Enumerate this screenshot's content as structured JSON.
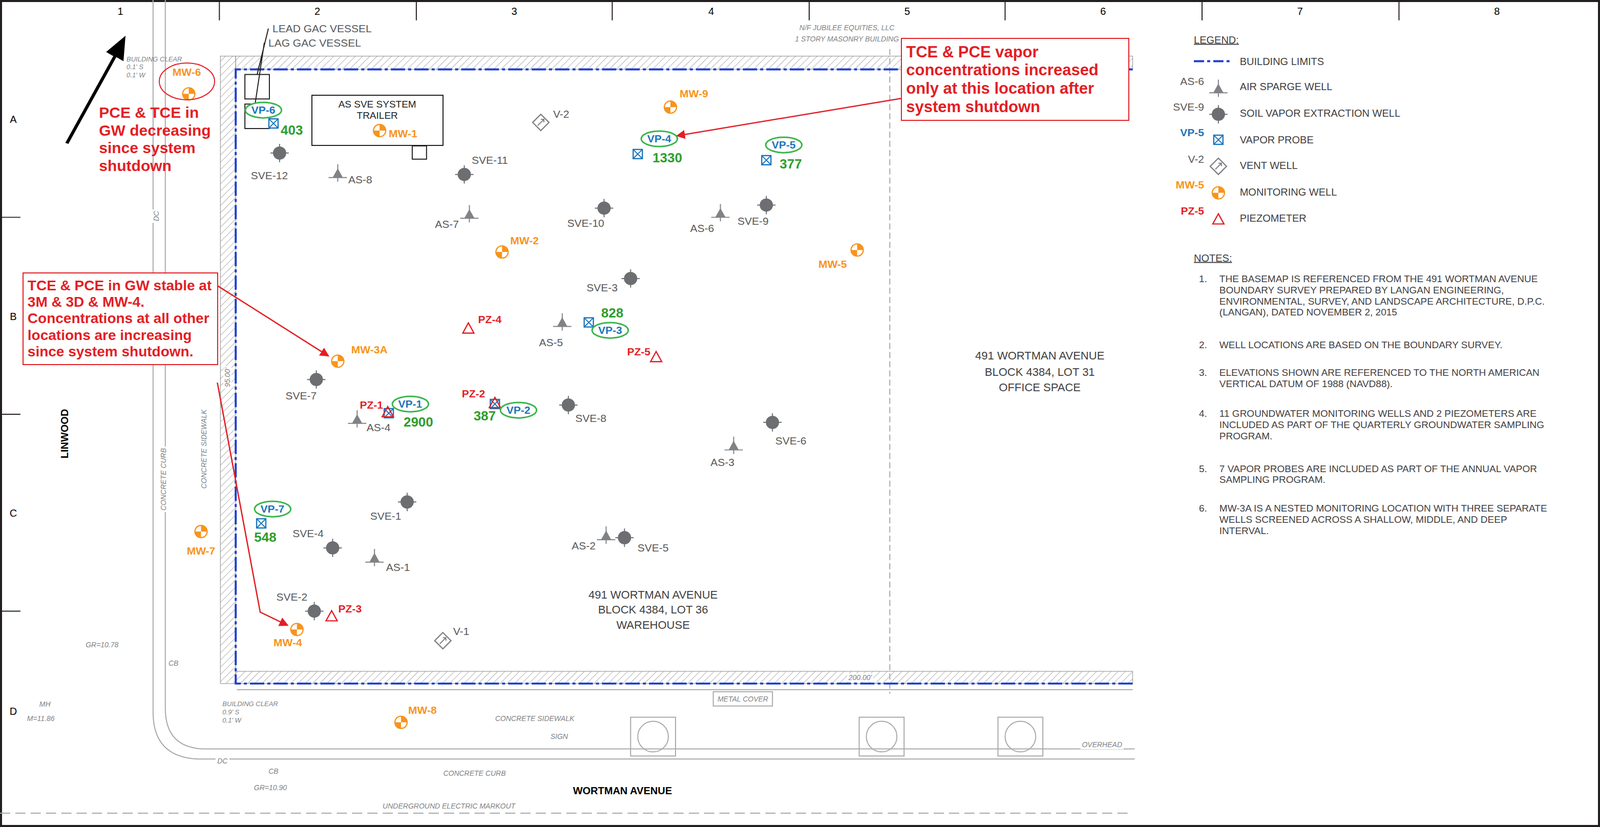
{
  "diagram": {
    "nodes": [
      {
        "text": [
          "TCE & PCE vapor concentrations increased only at this location after system shutdown"
        ]
      },
      {
        "text": [
          "MW-6"
        ]
      },
      {
        "text": [
          "AS SVE SYSTEM TRAILER"
        ]
      },
      {
        "text": [
          "VP-6"
        ]
      },
      {
        "text": [
          "VP-4"
        ]
      },
      {
        "text": [
          "VP-5"
        ]
      },
      {
        "text": [
          "TCE & PCE in GW stable at 3M & 3D & MW-4. Concentrations at all other locations are increasing since system shutdown."
        ]
      },
      {
        "text": [
          "VP-3"
        ]
      },
      {
        "text": [
          "VP-1"
        ]
      },
      {
        "text": [
          "VP-2"
        ]
      },
      {
        "text": [
          "VP-7"
        ]
      }
    ],
    "edges": [
      {
        "from": 0,
        "to": 4,
        "arrow": "to"
      }
    ],
    "labels": [
      "1",
      "2",
      "3",
      "4",
      "5",
      "6",
      "7",
      "8",
      "A",
      "B",
      "C",
      "D",
      "N/F JUBILEE EQUITIES, LLC",
      "1 STORY MASONRY BUILDING",
      "BUILDING CLEAR",
      "0.1' S",
      "0.1' W",
      "LEAD GAC VESSEL",
      "LAG GAC VESSEL",
      "PCE & TCE in GW decreasing since system shutdown",
      "MW-9",
      "MW-1",
      "SVE-12",
      "AS-8",
      "V-2",
      "SVE-11",
      "AS-7",
      "SVE-10",
      "AS-6",
      "SVE-9",
      "MW-2",
      "MW-5",
      "SVE-3",
      "AS-5",
      "PZ-4",
      "PZ-5",
      "MW-3A",
      "SVE-7",
      "PZ-1",
      "AS-4",
      "PZ-2",
      "SVE-8",
      "SVE-6",
      "AS-3",
      "SVE-1",
      "SVE-4",
      "AS-1",
      "AS-2",
      "SVE-5",
      "MW-7",
      "SVE-2",
      "PZ-3",
      "MW-4",
      "V-1",
      "MW-8",
      "403",
      "1330",
      "377",
      "828",
      "2900",
      "387",
      "548",
      "491 WORTMAN AVENUE",
      "BLOCK 4384, LOT 31",
      "OFFICE SPACE",
      "491 WORTMAN AVENUE",
      "BLOCK 4384, LOT 36",
      "WAREHOUSE",
      "LINWOOD",
      "WORTMAN AVENUE",
      "CONCRETE SIDEWALK",
      "CONCRETE CURB",
      "UNDERGROUND ELECTRIC MARKOUT",
      "METAL COVER",
      "SIGN",
      "CONCRETE CURB",
      "CONCRETE SIDEWALK",
      "GR=10.78",
      "GR=10.90",
      "CB",
      "CB",
      "200.00'",
      "95.00'",
      "BUILDING CLEAR",
      "0.9' S",
      "0.1' W",
      "OVERHEAD",
      "MH",
      "M=11.86",
      "DC",
      "DC",
      "LEGEND:",
      "AS-6",
      "SVE-9",
      "VP-5",
      "V-2",
      "MW-5",
      "PZ-5",
      "NOTES:",
      "1.",
      "THE BASEMAP IS REFERENCED FROM THE 491 WORTMAN AVENUE BOUNDARY SURVEY PREPARED BY LANGAN ENGINEERING, ENVIRONMENTAL, SURVEY, AND LANDSCAPE ARCHITECTURE, D.P.C. (LANGAN), DATED NOVEMBER 2, 2015",
      "2.",
      "WELL LOCATIONS ARE BASED ON THE BOUNDARY SURVEY.",
      "3.",
      "ELEVATIONS SHOWN ARE REFERENCED TO THE NORTH AMERICAN VERTICAL DATUM OF 1988 (NAVD88).",
      "4.",
      "11 GROUNDWATER MONITORING WELLS AND 2 PIEZOMETERS ARE INCLUDED AS PART OF THE QUARTERLY GROUNDWATER SAMPLING PROGRAM.",
      "5.",
      "7 VAPOR PROBES ARE INCLUDED AS PART OF THE ANNUAL VAPOR SAMPLING PROGRAM.",
      "6.",
      "MW-3A IS A NESTED MONITORING LOCATION WITH THREE SEPARATE WELLS SCREENED ACROSS A SHALLOW, MIDDLE, AND DEEP INTERVAL."
    ],
    "legend": [
      {
        "text": "BUILDING LIMITS"
      },
      {
        "text": "AIR SPARGE WELL"
      },
      {
        "text": "SOIL VAPOR EXTRACTION WELL"
      },
      {
        "text": "VAPOR PROBE"
      },
      {
        "text": "VENT WELL"
      },
      {
        "text": "MONITORING WELL"
      },
      {
        "text": "PIEZOMETER"
      }
    ]
  }
}
